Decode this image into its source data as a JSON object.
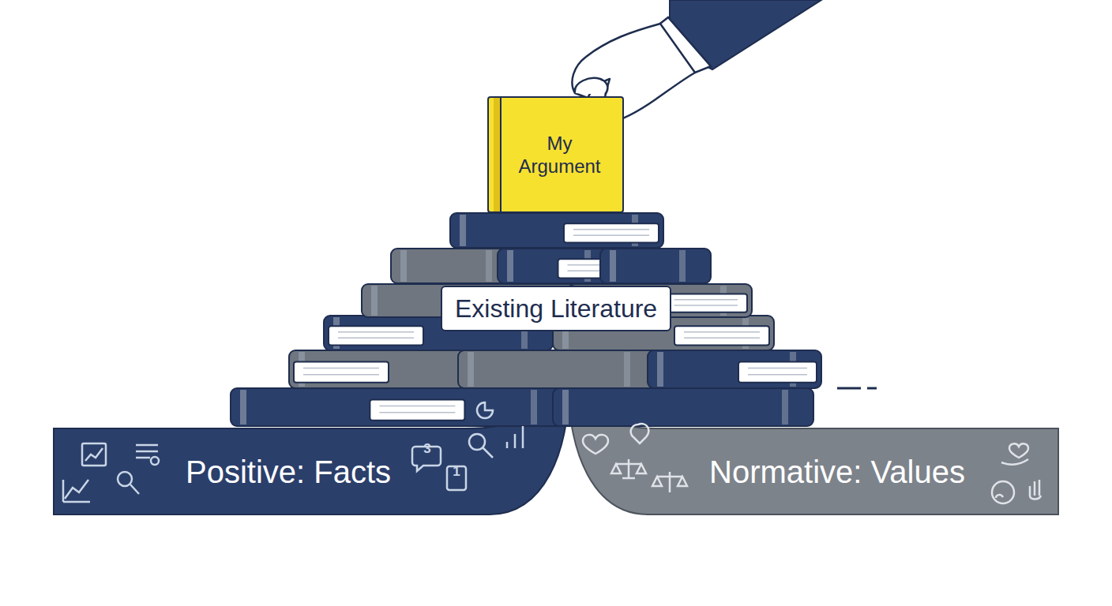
{
  "diagram": {
    "nodes": [
      {
        "text": [
          "My Argument"
        ]
      },
      {
        "text": [
          "Existing Literature"
        ]
      },
      {
        "text": [
          "Positive: Facts"
        ]
      },
      {
        "text": [
          "Normative: Values"
        ]
      }
    ],
    "labels": [
      "3",
      "1"
    ]
  }
}
